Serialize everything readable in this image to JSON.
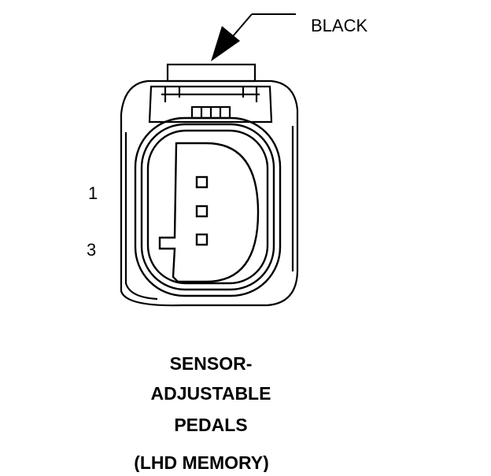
{
  "callout": {
    "color_label": "BLACK"
  },
  "pins": {
    "pin_1": "1",
    "pin_3": "3"
  },
  "caption": {
    "line1": "SENSOR-",
    "line2": "ADJUSTABLE",
    "line3": "PEDALS",
    "line4": "(LHD MEMORY)"
  },
  "colors": {
    "stroke": "#000000",
    "background": "#ffffff"
  }
}
